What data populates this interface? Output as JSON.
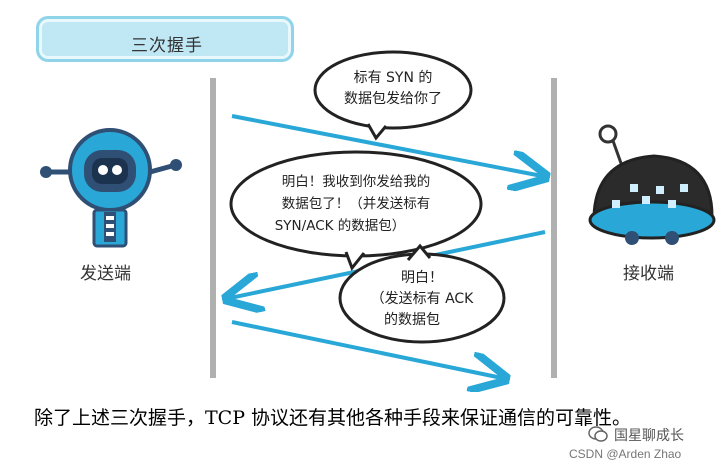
{
  "diagram": {
    "title": "三次握手",
    "sender_label": "发送端",
    "receiver_label": "接收端",
    "bubble1": [
      "标有 SYN 的",
      "数据包发给你了"
    ],
    "bubble2": [
      "明白！我收到你发给我的",
      "数据包了！（并发送标有",
      "SYN/ACK 的数据包）"
    ],
    "bubble3": [
      "明白！",
      "（发送标有 ACK",
      "的数据包"
    ],
    "accent_color": "#29a8d8",
    "line_color": "#b0b0b0"
  },
  "caption": {
    "text": "除了上述三次握手，TCP 协议还有其他各种手段来保证通信的可靠性。"
  },
  "watermark": {
    "brand": "国星聊成长",
    "csdn": "CSDN @Arden Zhao"
  }
}
